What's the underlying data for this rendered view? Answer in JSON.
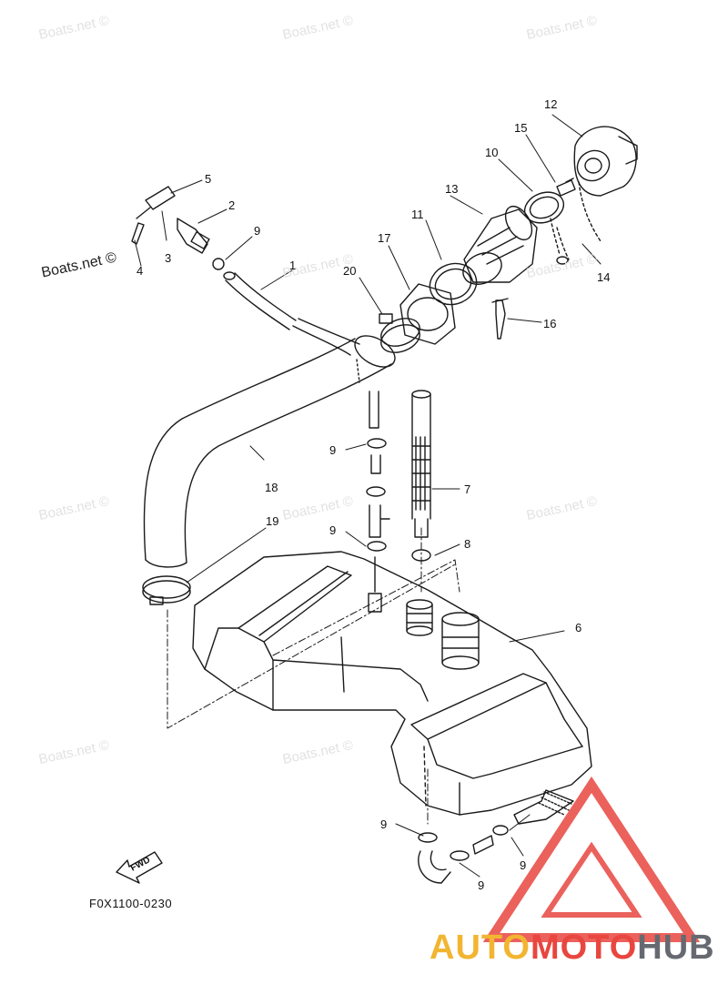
{
  "watermarks": [
    "Boats.net ©",
    "Boats.net ©",
    "Boats.net ©",
    "Boats.net ©",
    "Boats.net ©",
    "Boats.net ©",
    "Boats.net ©",
    "Boats.net ©",
    "Boats.net ©",
    "Boats.net ©"
  ],
  "watermark_dark": "Boats.net ©",
  "callouts": {
    "c1": "1",
    "c2": "2",
    "c3": "3",
    "c4": "4",
    "c5": "5",
    "c6": "6",
    "c7": "7",
    "c8": "8",
    "c9a": "9",
    "c9b": "9",
    "c9c": "9",
    "c9d": "9",
    "c9e": "9",
    "c9f": "9",
    "c10": "10",
    "c11": "11",
    "c12": "12",
    "c13": "13",
    "c14": "14",
    "c15": "15",
    "c16": "16",
    "c17": "17",
    "c18": "18",
    "c19": "19",
    "c20": "20"
  },
  "fwd_label": "FWD",
  "drawing_code": "F0X1100-0230",
  "brand": {
    "part1": "AUTO",
    "part2": "MOTO",
    "part3": "HUB"
  },
  "colors": {
    "line": "#1a1a1a",
    "brand_triangle": "#e8463f",
    "brand_yellow": "#f2b531",
    "brand_gray": "#666a70"
  }
}
